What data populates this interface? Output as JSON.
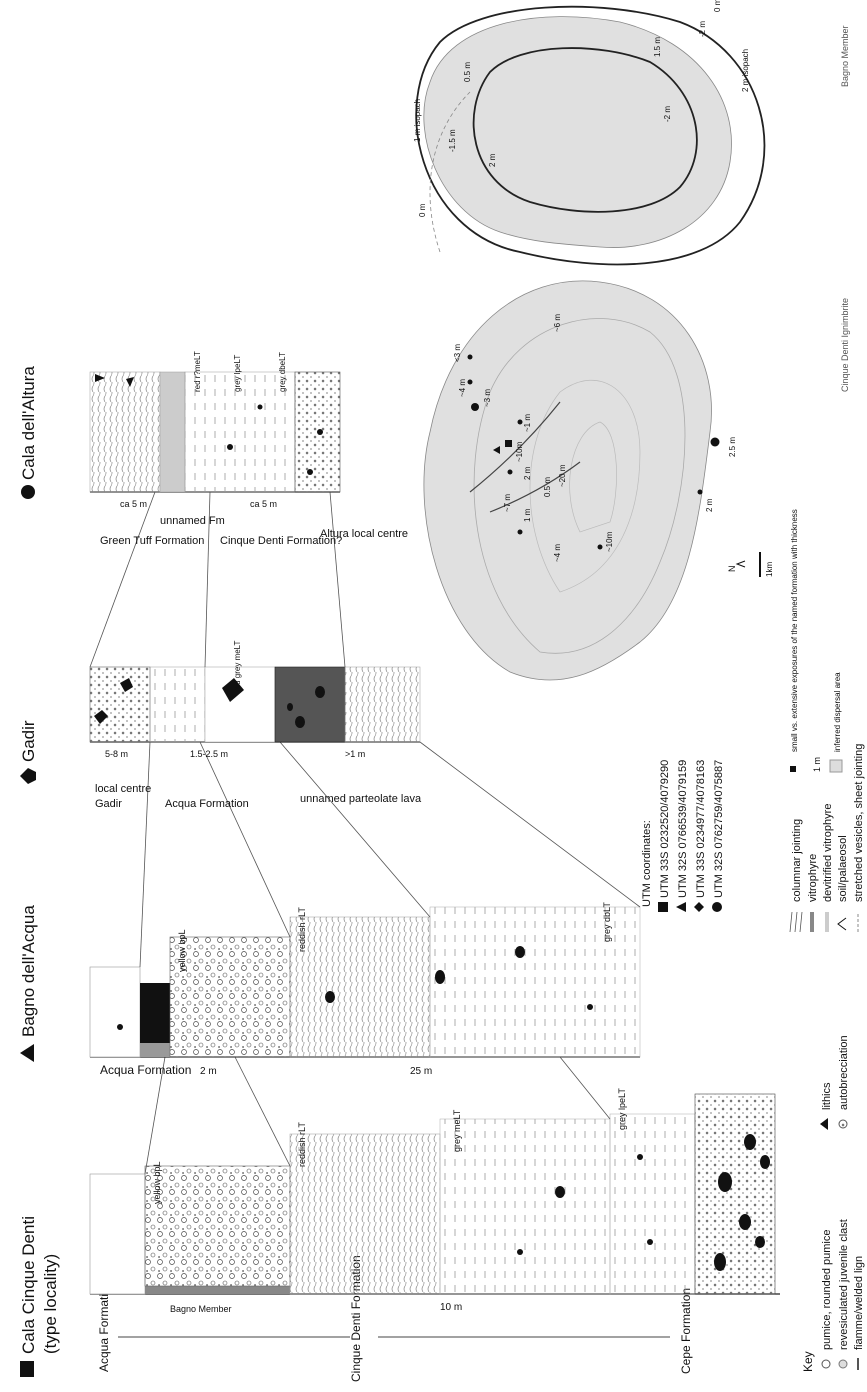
{
  "columns": {
    "cinque": {
      "title": "Cala Cinque Denti",
      "subtitle": "(type locality)",
      "formations": [
        "Acqua Formation",
        "Cinque Denti Formation",
        "Cepe Formation"
      ],
      "member": "Bagno Member",
      "thickness": "10 m",
      "units": [
        "yellow bpL",
        "reddish rLT",
        "grey meLT",
        "grey lpeLT"
      ]
    },
    "bagno": {
      "title": "Bagno dell'Acqua",
      "formations": [
        "Acqua Formation"
      ],
      "thicknesses": [
        "2 m",
        "25 m"
      ],
      "units": [
        "yellow bpL",
        "reddish rLT",
        "grey dbLT"
      ]
    },
    "gadir": {
      "title": "Gadir",
      "formations": [
        "Gadir",
        "local centre",
        "Acqua Formation",
        "unnamed parteolate lava"
      ],
      "thicknesses": [
        "5-8 m",
        "1.5-2.5 m",
        ">1 m"
      ],
      "units": [
        "red grey meLT"
      ]
    },
    "altura": {
      "title": "Cala dell'Altura",
      "formations": [
        "Green Tuff Formation",
        "unnamed Fm",
        "Cinque Denti Formation?",
        "Altura local centre"
      ],
      "thicknesses": [
        "ca 5 m",
        "ca 5 m"
      ],
      "units": [
        "red r?meLT",
        "grey lpeLT",
        "grey dbeLT"
      ]
    }
  },
  "utm": {
    "heading": "UTM coordinates:",
    "rows": [
      "UTM 33S 0232520/4079290",
      "UTM 32S 0766539/4079159",
      "UTM 33S 0234977/4078163",
      "UTM 32S 0762759/4075887"
    ]
  },
  "key": {
    "heading": "Key",
    "items": [
      "pumice, rounded pumice",
      "revesiculated juvenile clast",
      "fiamme/welded lign",
      "lithics",
      "autobrecciation",
      "columnar jointing",
      "vitrophyre",
      "devitrified vitrophyre",
      "soil/palaeosol",
      "stretched vesicles, sheet jointing"
    ],
    "map_items": [
      "small vs. extensive exposures of the named formation with thickness",
      "1 m",
      "inferred dispersal area"
    ]
  },
  "maps": {
    "left": {
      "caption": "Cinque Denti Ignimbrite",
      "north": "N",
      "scale": "1km",
      "labels": [
        "~4 m",
        "<3 m",
        "~3 m",
        "~1 m",
        "~10m",
        "2 m",
        "0.5 m",
        "~7 m",
        "1 m",
        "~20 m",
        "~4 m",
        "~10m",
        "~6 m",
        "2 m",
        "2.5 m"
      ]
    },
    "right": {
      "caption": "Bagno Member",
      "labels": [
        "0 m",
        "0 m",
        "1 m isopach",
        "2 m isopach",
        "-1.5 m",
        "-2 m",
        "0.5 m",
        "1.5 m",
        "2 m",
        "-2 m"
      ]
    }
  }
}
